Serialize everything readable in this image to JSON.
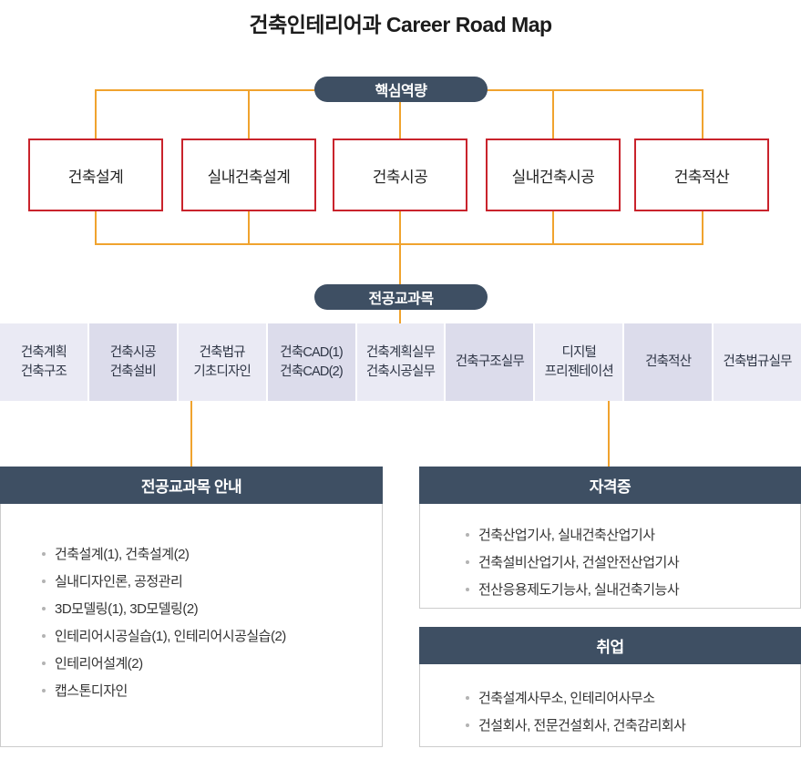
{
  "page": {
    "title": "건축인테리어과 Career Road Map"
  },
  "colors": {
    "accent_orange": "#F0A32E",
    "slate_header": "#3E4F63",
    "competency_border_red": "#C9232C",
    "course_light": "#EAEAF4",
    "course_dark": "#DCDCEB"
  },
  "pills": {
    "core_competency": "핵심역량",
    "major_courses": "전공교과목"
  },
  "competencies": [
    "건축설계",
    "실내건축설계",
    "건축시공",
    "실내건축시공",
    "건축적산"
  ],
  "courses": [
    {
      "line1": "건축계획",
      "line2": "건축구조"
    },
    {
      "line1": "건축시공",
      "line2": "건축설비"
    },
    {
      "line1": "건축법규",
      "line2": "기초디자인"
    },
    {
      "line1": "건축CAD(1)",
      "line2": "건축CAD(2)"
    },
    {
      "line1": "건축계획실무",
      "line2": "건축시공실무"
    },
    {
      "line1": "건축구조실무"
    },
    {
      "line1": "디지털",
      "line2": "프리젠테이션"
    },
    {
      "line1": "건축적산"
    },
    {
      "line1": "건축법규실무"
    }
  ],
  "sections": {
    "course_guide": {
      "title": "전공교과목 안내",
      "items": [
        "건축설계(1), 건축설계(2)",
        "실내디자인론, 공정관리",
        "3D모델링(1), 3D모델링(2)",
        "인테리어시공실습(1), 인테리어시공실습(2)",
        "인테리어설계(2)",
        "캡스톤디자인"
      ]
    },
    "certificates": {
      "title": "자격증",
      "items": [
        "건축산업기사, 실내건축산업기사",
        "건축설비산업기사, 건설안전산업기사",
        "전산응용제도기능사, 실내건축기능사"
      ]
    },
    "employment": {
      "title": "취업",
      "items": [
        "건축설계사무소, 인테리어사무소",
        "건설회사, 전문건설회사, 건축감리회사"
      ]
    }
  }
}
